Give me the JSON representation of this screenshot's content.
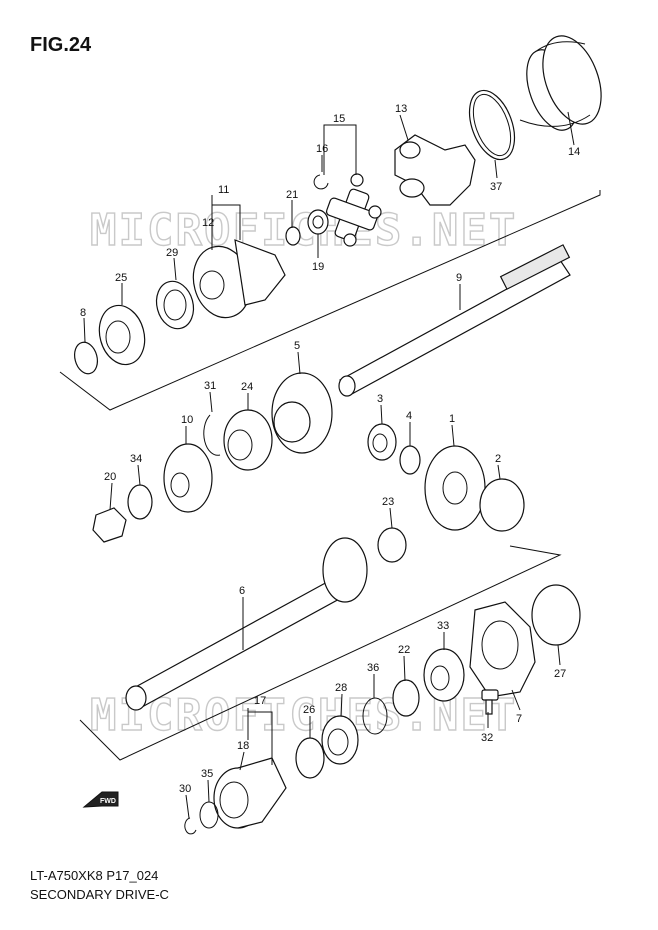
{
  "figure": {
    "title": "FIG.24",
    "model_code": "LT-A750XK8 P17_024",
    "section_name": "SECONDARY DRIVE-C",
    "watermark": "MICROFICHES.NET",
    "fwd_label": "FWD"
  },
  "callouts": [
    "1",
    "2",
    "3",
    "4",
    "5",
    "6",
    "7",
    "8",
    "9",
    "10",
    "11",
    "12",
    "13",
    "14",
    "15",
    "16",
    "17",
    "18",
    "19",
    "20",
    "21",
    "22",
    "23",
    "24",
    "25",
    "26",
    "27",
    "28",
    "29",
    "30",
    "31",
    "32",
    "33",
    "34",
    "35",
    "36",
    "37"
  ]
}
